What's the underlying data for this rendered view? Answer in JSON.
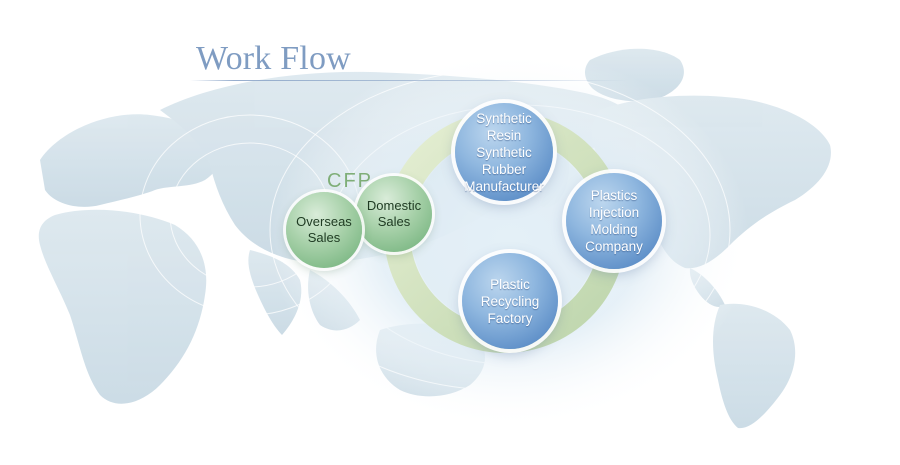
{
  "title": "Work Flow",
  "brand": "CFP",
  "nodes": {
    "synthetic": "Synthetic\nResin\nSynthetic\nRubber\nManufacturer",
    "injection": "Plastics\nInjection\nMolding\nCompany",
    "recycling": "Plastic\nRecycling\nFactory",
    "domestic": "Domestic\nSales",
    "overseas": "Overseas\nSales"
  },
  "colors": {
    "title": "#7f9cc2",
    "blue_node": "#6f9ed3",
    "green_node": "#8fc393",
    "ring": "#c9ddb0",
    "map": "#cfdde6"
  }
}
